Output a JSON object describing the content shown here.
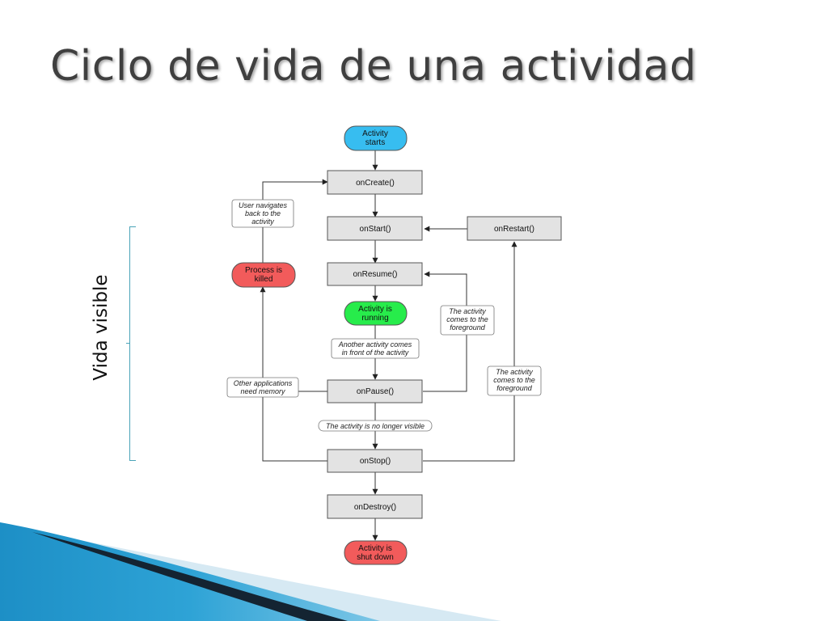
{
  "slide": {
    "title": "Ciclo de vida de una actividad",
    "side_label": "Vida visible"
  },
  "diagram": {
    "nodes": {
      "activity_starts": {
        "line1": "Activity",
        "line2": "starts",
        "color": "#37bdf0"
      },
      "on_create": "onCreate()",
      "on_start": "onStart()",
      "on_restart": "onRestart()",
      "on_resume": "onResume()",
      "activity_running": {
        "line1": "Activity is",
        "line2": "running",
        "color": "#27ec4b"
      },
      "process_killed": {
        "line1": "Process is",
        "line2": "killed",
        "color": "#f25b5b"
      },
      "on_pause": "onPause()",
      "on_stop": "onStop()",
      "on_destroy": "onDestroy()",
      "activity_shut_down": {
        "line1": "Activity is",
        "line2": "shut down",
        "color": "#f25b5b"
      }
    },
    "notes": {
      "user_navigates": [
        "User navigates",
        "back to the",
        "activity"
      ],
      "comes_foreground_1": [
        "The activity",
        "comes to the",
        "foreground"
      ],
      "another_activity": [
        "Another activity comes",
        "in front of the activity"
      ],
      "other_apps": [
        "Other applications",
        "need memory"
      ],
      "comes_foreground_2": [
        "The activity",
        "comes to the",
        "foreground"
      ],
      "no_longer_visible": [
        "The activity is no longer visible"
      ]
    }
  },
  "colors": {
    "node_fill": "#e3e3e3",
    "accent_blue": "#1a8fc0",
    "bracket": "#4aa3b8"
  }
}
